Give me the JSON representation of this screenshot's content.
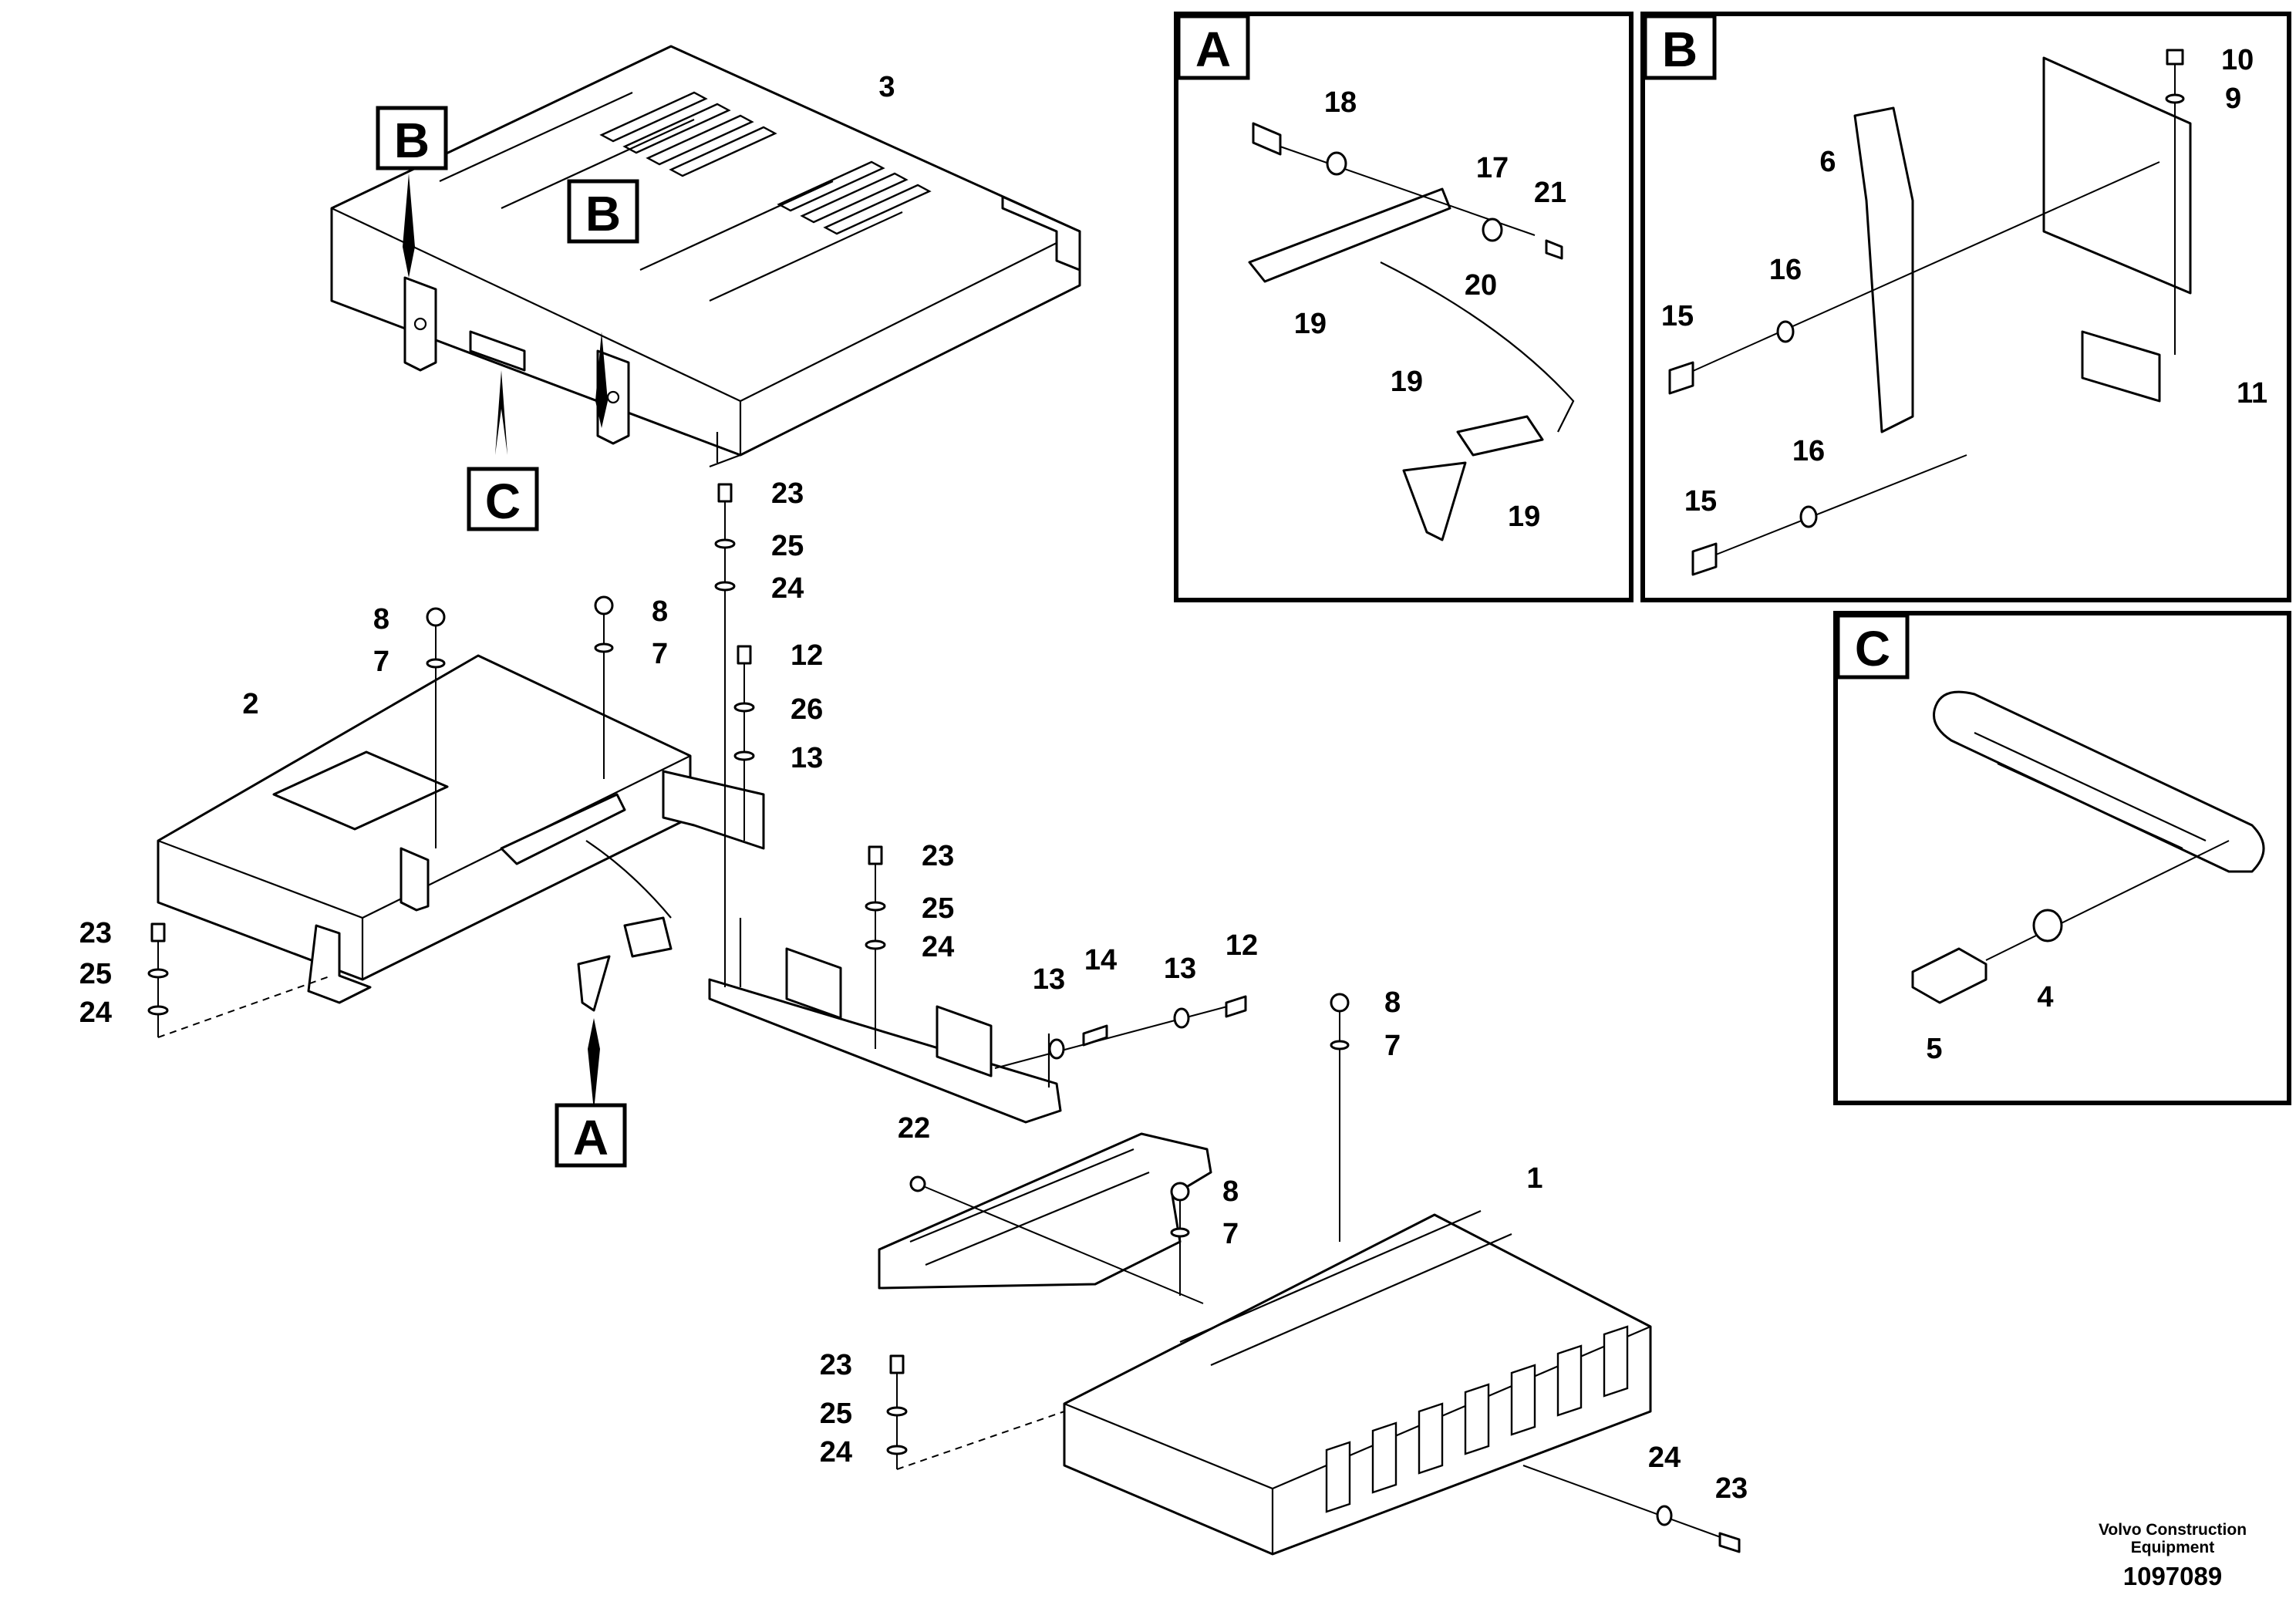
{
  "views": {
    "a": {
      "label": "A"
    },
    "b": {
      "label": "B"
    },
    "c": {
      "label": "C"
    }
  },
  "callouts": {
    "b1": "B",
    "b2": "B",
    "c": "C",
    "a": "A"
  },
  "parts": {
    "p1": "1",
    "p2": "2",
    "p3": "3",
    "p4": "4",
    "p5": "5",
    "p6": "6",
    "p7": "7",
    "p8": "8",
    "p9": "9",
    "p10": "10",
    "p11": "11",
    "p12": "12",
    "p13": "13",
    "p14": "14",
    "p15": "15",
    "p16": "16",
    "p17": "17",
    "p18": "18",
    "p19": "19",
    "p20": "20",
    "p21": "21",
    "p22": "22",
    "p23": "23",
    "p24": "24",
    "p25": "25",
    "p26": "26"
  },
  "footer": {
    "brand_line1": "Volvo Construction",
    "brand_line2": "Equipment",
    "document_number": "1097089"
  }
}
